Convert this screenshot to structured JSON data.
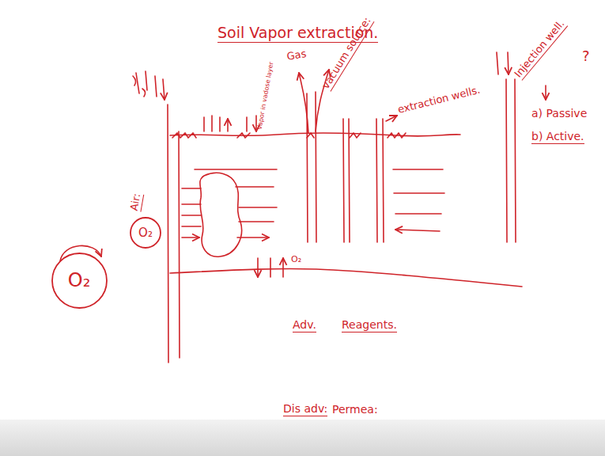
{
  "diagram": {
    "title": "Soil Vapor extraction.",
    "nodes": [
      {
        "text": [
          "O₂"
        ]
      },
      {
        "text": [
          "O₂"
        ]
      }
    ],
    "labels": [
      "Gas",
      "Vapor in vadose layer",
      "vacuum source:",
      "extraction wells.",
      "Injection well.",
      "?",
      "a) Passive",
      "b) Active.",
      "Air:",
      "O₂",
      "Adv.",
      "Reagents.",
      "Dis adv:",
      "Permea:"
    ]
  }
}
